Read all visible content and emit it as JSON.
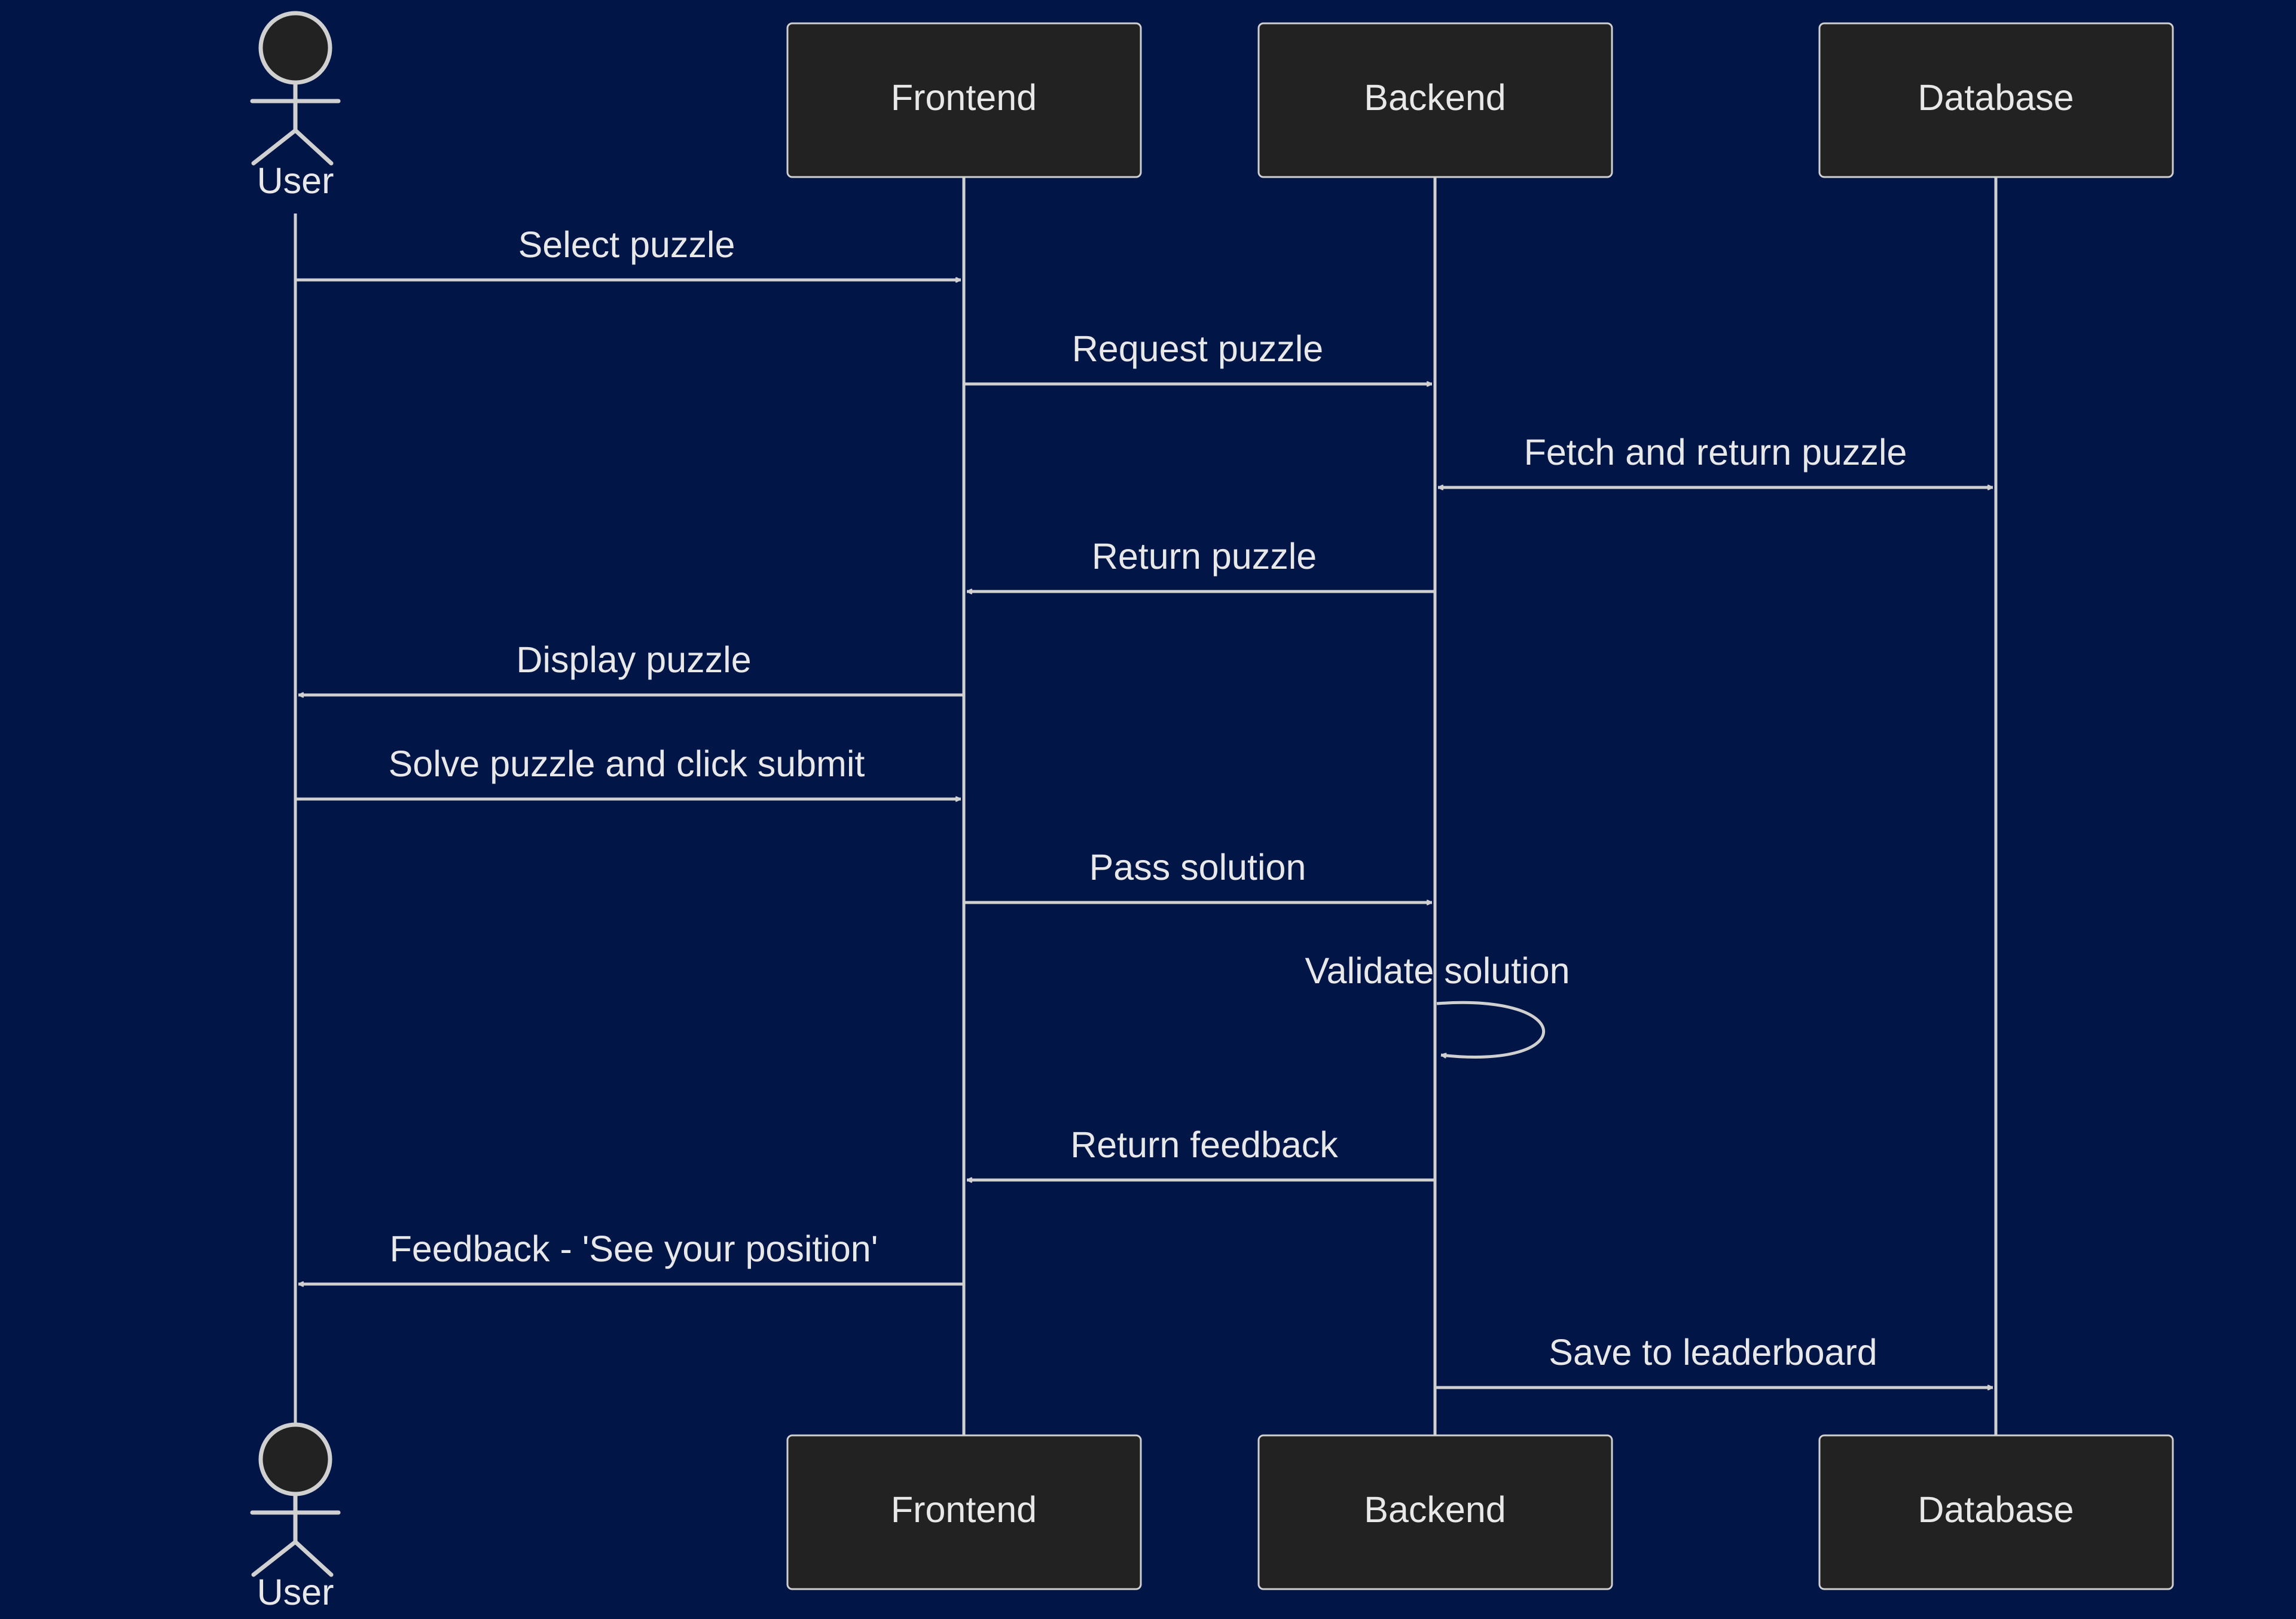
{
  "participants": {
    "user": "User",
    "frontend": "Frontend",
    "backend": "Backend",
    "database": "Database"
  },
  "messages": [
    {
      "text": "Select puzzle",
      "from": "user",
      "to": "frontend"
    },
    {
      "text": "Request puzzle",
      "from": "frontend",
      "to": "backend"
    },
    {
      "text": "Fetch and return puzzle",
      "from": "backend",
      "to": "database",
      "bidirectional": true
    },
    {
      "text": "Return puzzle",
      "from": "backend",
      "to": "frontend"
    },
    {
      "text": "Display puzzle",
      "from": "frontend",
      "to": "user"
    },
    {
      "text": "Solve puzzle and click submit",
      "from": "user",
      "to": "frontend"
    },
    {
      "text": "Pass solution",
      "from": "frontend",
      "to": "backend"
    },
    {
      "text": "Validate solution",
      "from": "backend",
      "to": "backend",
      "self": true
    },
    {
      "text": "Return feedback",
      "from": "backend",
      "to": "frontend"
    },
    {
      "text": "Feedback - 'See your position'",
      "from": "frontend",
      "to": "user"
    },
    {
      "text": "Save to leaderboard",
      "from": "backend",
      "to": "database"
    }
  ],
  "colors": {
    "background": "#011547",
    "box_fill": "#222222",
    "line": "#d0d0d0",
    "text": "#e8e8e8"
  }
}
